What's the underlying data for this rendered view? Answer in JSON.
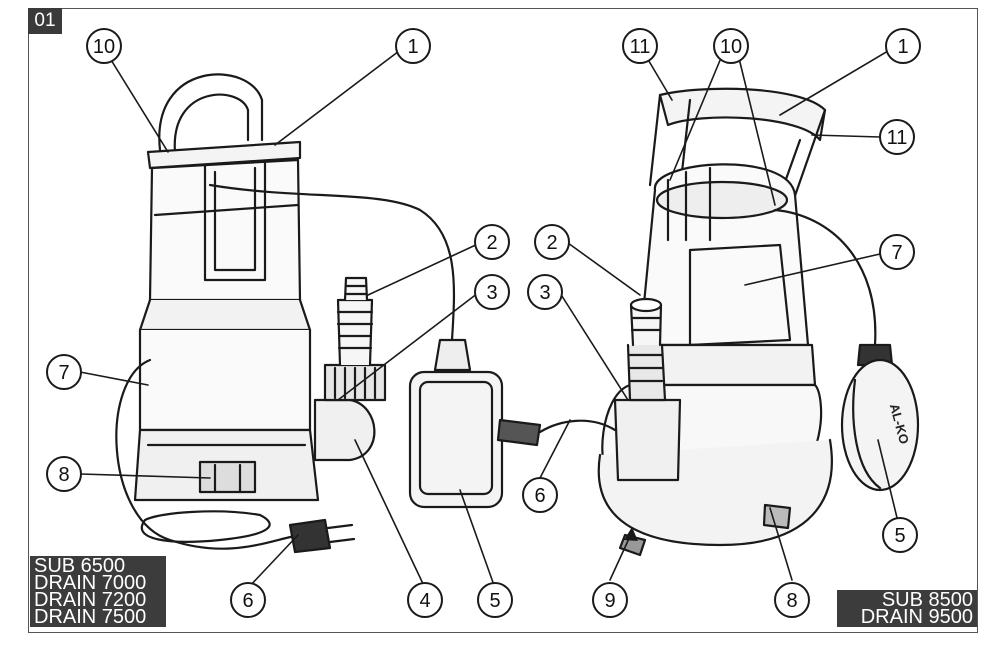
{
  "figure_number": "01",
  "left_models": [
    "SUB 6500",
    "DRAIN 7000",
    "DRAIN 7200",
    "DRAIN 7500"
  ],
  "right_models": [
    "SUB 8500",
    "DRAIN 9500"
  ],
  "brand_mark": "AL-KO",
  "callouts": {
    "left": [
      "10",
      "1",
      "2",
      "3",
      "7",
      "8",
      "6",
      "4",
      "5"
    ],
    "right": [
      "11",
      "10",
      "1",
      "11",
      "7",
      "2",
      "3",
      "6",
      "5",
      "9",
      "8"
    ]
  }
}
